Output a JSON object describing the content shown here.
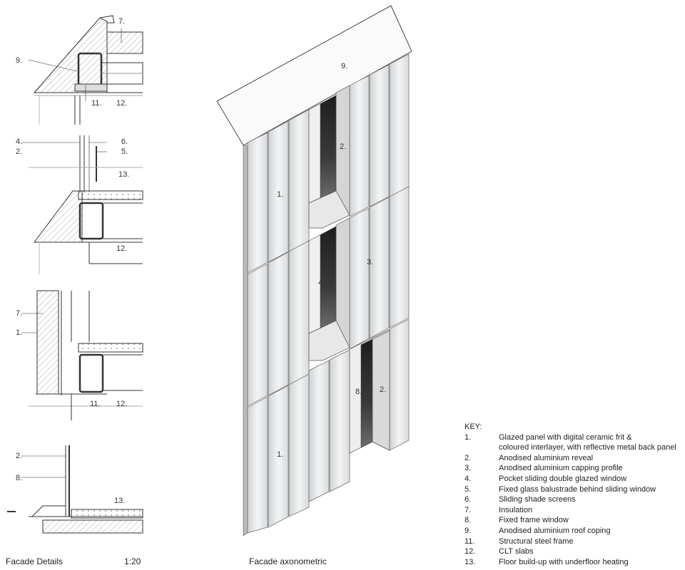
{
  "details": {
    "caption": "Facade Details",
    "scale": "1:20",
    "d1": {
      "l9": "9.",
      "l7": "7.",
      "l11": "11.",
      "l12": "12."
    },
    "d2": {
      "l4": "4.",
      "l2": "2.",
      "l6": "6.",
      "l5": "5.",
      "l13": "13.",
      "l12": "12."
    },
    "d3": {
      "l7": "7.",
      "l1": "1.",
      "l11": "11.",
      "l12": "12."
    },
    "d4": {
      "l2": "2.",
      "l8": "8.",
      "l13": "13."
    }
  },
  "axo": {
    "caption": "Facade axonometric",
    "labels": {
      "c9": "9.",
      "c2a": "2.",
      "c1a": "1.",
      "c3": "3.",
      "c4": "4.",
      "c8": "8.",
      "c2b": "2.",
      "c1b": "1."
    }
  },
  "key": {
    "heading": "KEY:",
    "items": [
      {
        "num": "1.",
        "text": "Glazed panel with digital ceramic frit &"
      },
      {
        "num": "",
        "text": "coloured interlayer, with reflective metal back panel"
      },
      {
        "num": "2.",
        "text": "Anodised aluminium reveal"
      },
      {
        "num": "3.",
        "text": "Anodised aluminium capping profile"
      },
      {
        "num": "4.",
        "text": "Pocket sliding double glazed window"
      },
      {
        "num": "5.",
        "text": "Fixed glass balustrade behind sliding window"
      },
      {
        "num": "6.",
        "text": "Sliding shade screens"
      },
      {
        "num": "7.",
        "text": "Insulation"
      },
      {
        "num": "8.",
        "text": "Fixed frame window"
      },
      {
        "num": "9.",
        "text": "Anodised aluminium roof coping"
      },
      {
        "num": "11.",
        "text": "Structural steel frame"
      },
      {
        "num": "12.",
        "text": "CLT slabs"
      },
      {
        "num": "13.",
        "text": "Floor build-up with underfloor heating"
      }
    ]
  }
}
